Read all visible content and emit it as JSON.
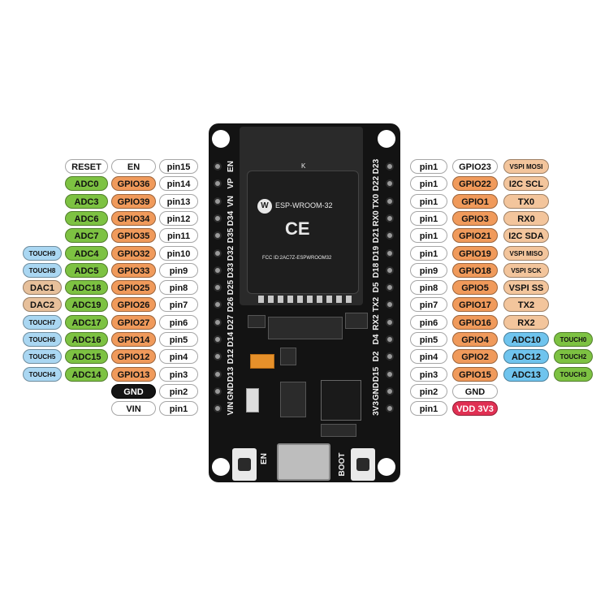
{
  "colors": {
    "white": "#ffffff",
    "green": "#7dc242",
    "orange": "#f09a5b",
    "peach": "#f3c59c",
    "tan": "#e7c09b",
    "lightblue": "#aad7f2",
    "blue": "#6fc4ee",
    "black": "#141414",
    "red": "#e03053",
    "board": "#131313"
  },
  "module": {
    "model": "ESP-WROOM-32",
    "ce": "CE",
    "fcc": "FCC ID:2AC7Z-ESPWROOM32",
    "k": "K",
    "logo": "W"
  },
  "buttons": {
    "left": "EN",
    "right": "BOOT"
  },
  "left_rows": [
    {
      "silk": "EN",
      "labels": [
        {
          "t": "pin15",
          "c": "white"
        },
        {
          "t": "EN",
          "c": "white"
        },
        {
          "t": "RESET",
          "c": "white"
        }
      ]
    },
    {
      "silk": "VP",
      "labels": [
        {
          "t": "pin14",
          "c": "white"
        },
        {
          "t": "GPIO36",
          "c": "orange"
        },
        {
          "t": "ADC0",
          "c": "green"
        }
      ]
    },
    {
      "silk": "VN",
      "labels": [
        {
          "t": "pin13",
          "c": "white"
        },
        {
          "t": "GPIO39",
          "c": "orange"
        },
        {
          "t": "ADC3",
          "c": "green"
        }
      ]
    },
    {
      "silk": "D34",
      "labels": [
        {
          "t": "pin12",
          "c": "white"
        },
        {
          "t": "GPIO34",
          "c": "orange"
        },
        {
          "t": "ADC6",
          "c": "green"
        }
      ]
    },
    {
      "silk": "D35",
      "labels": [
        {
          "t": "pin11",
          "c": "white"
        },
        {
          "t": "GPIO35",
          "c": "orange"
        },
        {
          "t": "ADC7",
          "c": "green"
        }
      ]
    },
    {
      "silk": "D32",
      "labels": [
        {
          "t": "pin10",
          "c": "white"
        },
        {
          "t": "GPIO32",
          "c": "orange"
        },
        {
          "t": "ADC4",
          "c": "green"
        },
        {
          "t": "TOUCH9",
          "c": "lightblue"
        }
      ]
    },
    {
      "silk": "D33",
      "labels": [
        {
          "t": "pin9",
          "c": "white"
        },
        {
          "t": "GPIO33",
          "c": "orange"
        },
        {
          "t": "ADC5",
          "c": "green"
        },
        {
          "t": "TOUCH8",
          "c": "lightblue"
        }
      ]
    },
    {
      "silk": "D25",
      "labels": [
        {
          "t": "pin8",
          "c": "white"
        },
        {
          "t": "GPIO25",
          "c": "orange"
        },
        {
          "t": "ADC18",
          "c": "green"
        },
        {
          "t": "DAC1",
          "c": "tan"
        }
      ]
    },
    {
      "silk": "D26",
      "labels": [
        {
          "t": "pin7",
          "c": "white"
        },
        {
          "t": "GPIO26",
          "c": "orange"
        },
        {
          "t": "ADC19",
          "c": "green"
        },
        {
          "t": "DAC2",
          "c": "tan"
        }
      ]
    },
    {
      "silk": "D27",
      "labels": [
        {
          "t": "pin6",
          "c": "white"
        },
        {
          "t": "GPIO27",
          "c": "orange"
        },
        {
          "t": "ADC17",
          "c": "green"
        },
        {
          "t": "TOUCH7",
          "c": "lightblue"
        }
      ]
    },
    {
      "silk": "D14",
      "labels": [
        {
          "t": "pin5",
          "c": "white"
        },
        {
          "t": "GPIO14",
          "c": "orange"
        },
        {
          "t": "ADC16",
          "c": "green"
        },
        {
          "t": "TOUCH6",
          "c": "lightblue"
        }
      ]
    },
    {
      "silk": "D12",
      "labels": [
        {
          "t": "pin4",
          "c": "white"
        },
        {
          "t": "GPIO12",
          "c": "orange"
        },
        {
          "t": "ADC15",
          "c": "green"
        },
        {
          "t": "TOUCH5",
          "c": "lightblue"
        }
      ]
    },
    {
      "silk": "D13",
      "labels": [
        {
          "t": "pin3",
          "c": "white"
        },
        {
          "t": "GPIO13",
          "c": "orange"
        },
        {
          "t": "ADC14",
          "c": "green"
        },
        {
          "t": "TOUCH4",
          "c": "lightblue"
        }
      ]
    },
    {
      "silk": "GND",
      "labels": [
        {
          "t": "pin2",
          "c": "white"
        },
        {
          "t": "GND",
          "c": "black"
        }
      ]
    },
    {
      "silk": "VIN",
      "labels": [
        {
          "t": "pin1",
          "c": "white"
        },
        {
          "t": "VIN",
          "c": "white"
        }
      ]
    }
  ],
  "right_rows": [
    {
      "silk": "D23",
      "labels": [
        {
          "t": "pin1",
          "c": "white"
        },
        {
          "t": "GPIO23",
          "c": "white"
        },
        {
          "t": "VSPI MOSI",
          "c": "peach"
        }
      ]
    },
    {
      "silk": "D22",
      "labels": [
        {
          "t": "pin1",
          "c": "white"
        },
        {
          "t": "GPIO22",
          "c": "orange"
        },
        {
          "t": "I2C SCL",
          "c": "peach"
        }
      ]
    },
    {
      "silk": "TX0",
      "labels": [
        {
          "t": "pin1",
          "c": "white"
        },
        {
          "t": "GPIO1",
          "c": "orange"
        },
        {
          "t": "TX0",
          "c": "peach"
        }
      ]
    },
    {
      "silk": "RX0",
      "labels": [
        {
          "t": "pin1",
          "c": "white"
        },
        {
          "t": "GPIO3",
          "c": "orange"
        },
        {
          "t": "RX0",
          "c": "peach"
        }
      ]
    },
    {
      "silk": "D21",
      "labels": [
        {
          "t": "pin1",
          "c": "white"
        },
        {
          "t": "GPIO21",
          "c": "orange"
        },
        {
          "t": "I2C SDA",
          "c": "peach"
        }
      ]
    },
    {
      "silk": "D19",
      "labels": [
        {
          "t": "pin1",
          "c": "white"
        },
        {
          "t": "GPIO19",
          "c": "orange"
        },
        {
          "t": "VSPI MISO",
          "c": "peach"
        }
      ]
    },
    {
      "silk": "D18",
      "labels": [
        {
          "t": "pin9",
          "c": "white"
        },
        {
          "t": "GPIO18",
          "c": "orange"
        },
        {
          "t": "VSPI SCK",
          "c": "peach"
        }
      ]
    },
    {
      "silk": "D5",
      "labels": [
        {
          "t": "pin8",
          "c": "white"
        },
        {
          "t": "GPIO5",
          "c": "orange"
        },
        {
          "t": "VSPI SS",
          "c": "peach"
        }
      ]
    },
    {
      "silk": "TX2",
      "labels": [
        {
          "t": "pin7",
          "c": "white"
        },
        {
          "t": "GPIO17",
          "c": "orange"
        },
        {
          "t": "TX2",
          "c": "peach"
        }
      ]
    },
    {
      "silk": "RX2",
      "labels": [
        {
          "t": "pin6",
          "c": "white"
        },
        {
          "t": "GPIO16",
          "c": "orange"
        },
        {
          "t": "RX2",
          "c": "peach"
        }
      ]
    },
    {
      "silk": "D4",
      "labels": [
        {
          "t": "pin5",
          "c": "white"
        },
        {
          "t": "GPIO4",
          "c": "orange"
        },
        {
          "t": "ADC10",
          "c": "blue"
        },
        {
          "t": "TOUCH0",
          "c": "green"
        }
      ]
    },
    {
      "silk": "D2",
      "labels": [
        {
          "t": "pin4",
          "c": "white"
        },
        {
          "t": "GPIO2",
          "c": "orange"
        },
        {
          "t": "ADC12",
          "c": "blue"
        },
        {
          "t": "TOUCH2",
          "c": "green"
        }
      ]
    },
    {
      "silk": "D15",
      "labels": [
        {
          "t": "pin3",
          "c": "white"
        },
        {
          "t": "GPIO15",
          "c": "orange"
        },
        {
          "t": "ADC13",
          "c": "blue"
        },
        {
          "t": "TOUCH3",
          "c": "green"
        }
      ]
    },
    {
      "silk": "GND",
      "labels": [
        {
          "t": "pin2",
          "c": "white"
        },
        {
          "t": "GND",
          "c": "white"
        }
      ]
    },
    {
      "silk": "3V3",
      "labels": [
        {
          "t": "pin1",
          "c": "white"
        },
        {
          "t": "VDD 3V3",
          "c": "red"
        }
      ]
    }
  ]
}
